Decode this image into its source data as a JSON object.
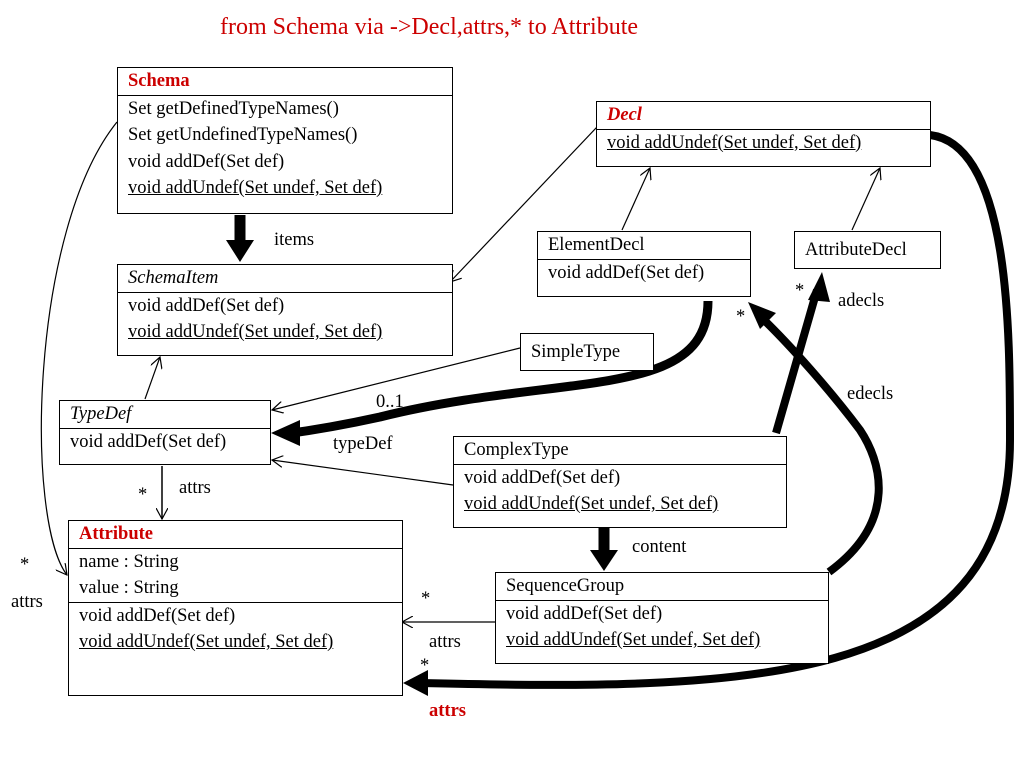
{
  "title": "from Schema via ->Decl,attrs,* to Attribute",
  "classes": {
    "schema": {
      "name": "Schema",
      "members": [
        "Set getDefinedTypeNames()",
        "Set getUndefinedTypeNames()",
        "void addDef(Set def)",
        "void addUndef(Set undef, Set def)"
      ]
    },
    "schema_item": {
      "name": "SchemaItem",
      "members": [
        "void addDef(Set def)",
        "void addUndef(Set undef, Set def)"
      ]
    },
    "decl": {
      "name": "Decl",
      "members": [
        "void addUndef(Set undef, Set def)"
      ]
    },
    "element_decl": {
      "name": "ElementDecl",
      "members": [
        "void addDef(Set def)"
      ]
    },
    "attribute_decl": {
      "name": "AttributeDecl"
    },
    "simple_type": {
      "name": "SimpleType"
    },
    "type_def": {
      "name": "TypeDef",
      "members": [
        "void addDef(Set def)"
      ]
    },
    "complex_type": {
      "name": "ComplexType",
      "members": [
        "void addDef(Set def)",
        "void addUndef(Set undef, Set def)"
      ]
    },
    "attribute": {
      "name": "Attribute",
      "fields": [
        "name : String",
        "value : String"
      ],
      "members": [
        "void addDef(Set def)",
        "void addUndef(Set undef, Set def)"
      ]
    },
    "sequence_group": {
      "name": "SequenceGroup",
      "members": [
        "void addDef(Set def)",
        "void addUndef(Set undef, Set def)"
      ]
    }
  },
  "labels": {
    "items": "items",
    "zero_one": "0..1",
    "typedef": "typeDef",
    "star_typedef_attrs": "*",
    "typedef_attrs": "attrs",
    "star_left": "*",
    "left_attrs": "attrs",
    "star_adecls": "*",
    "adecls": "adecls",
    "star_edecls": "*",
    "edecls": "edecls",
    "content": "content",
    "star_seq_attrs": "*",
    "seq_attrs": "attrs",
    "star_decl_attrs": "*",
    "decl_attrs": "attrs"
  },
  "colors": {
    "highlight": "#cc0000",
    "line": "#000000"
  }
}
